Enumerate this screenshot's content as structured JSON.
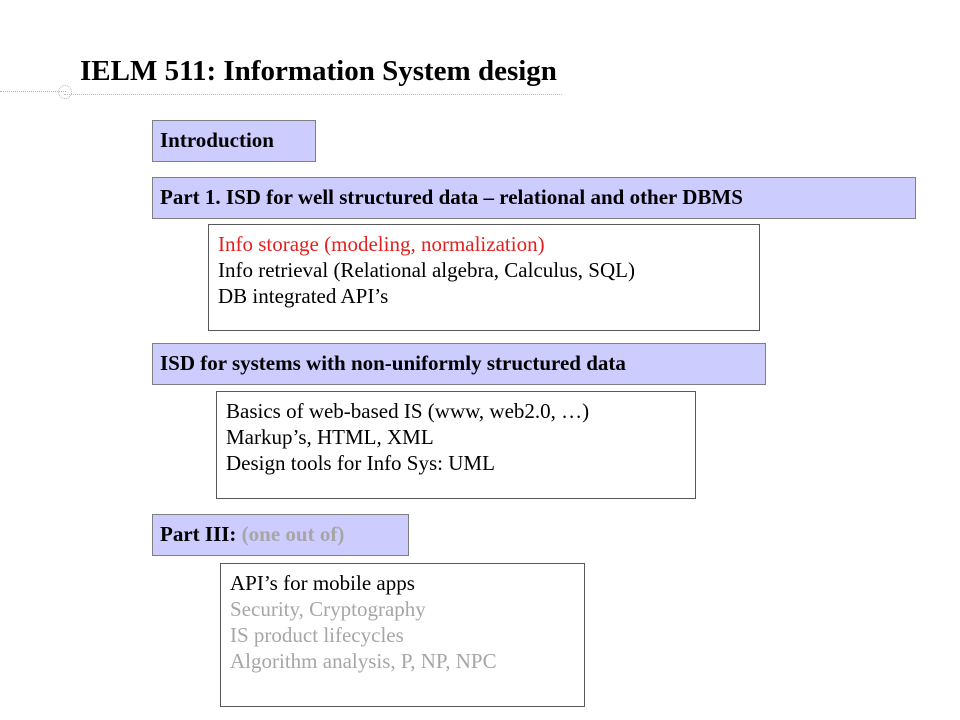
{
  "slide": {
    "title": "IELM 511: Information System design",
    "sections": [
      {
        "heading": "Introduction"
      },
      {
        "heading": "Part 1. ISD for well structured data – relational and other DBMS",
        "items": [
          {
            "text": "Info storage (modeling, normalization)",
            "color": "#e41f1f"
          },
          {
            "text": "Info retrieval (Relational algebra, Calculus, SQL)",
            "color": "#000000"
          },
          {
            "text": "DB integrated API’s",
            "color": "#000000"
          }
        ]
      },
      {
        "heading": "ISD for systems with non-uniformly structured data",
        "items": [
          {
            "text": "Basics of web-based IS (www, web2.0, …)",
            "color": "#000000"
          },
          {
            "text": "Markup’s, HTML, XML",
            "color": "#000000"
          },
          {
            "text": "Design tools for Info Sys: UML",
            "color": "#000000"
          }
        ]
      },
      {
        "heading": "Part III:",
        "heading_suffix": "(one out of)",
        "items": [
          {
            "text": "API’s for mobile apps",
            "color": "#000000"
          },
          {
            "text": "Security, Cryptography",
            "color": "#a6a6a6"
          },
          {
            "text": "IS product lifecycles",
            "color": "#a6a6a6"
          },
          {
            "text": "Algorithm analysis, P, NP, NPC",
            "color": "#a6a6a6"
          }
        ]
      }
    ]
  },
  "colors": {
    "heading_fill": "#ccccff",
    "highlight_red": "#e41f1f",
    "muted_gray": "#a6a6a6"
  }
}
